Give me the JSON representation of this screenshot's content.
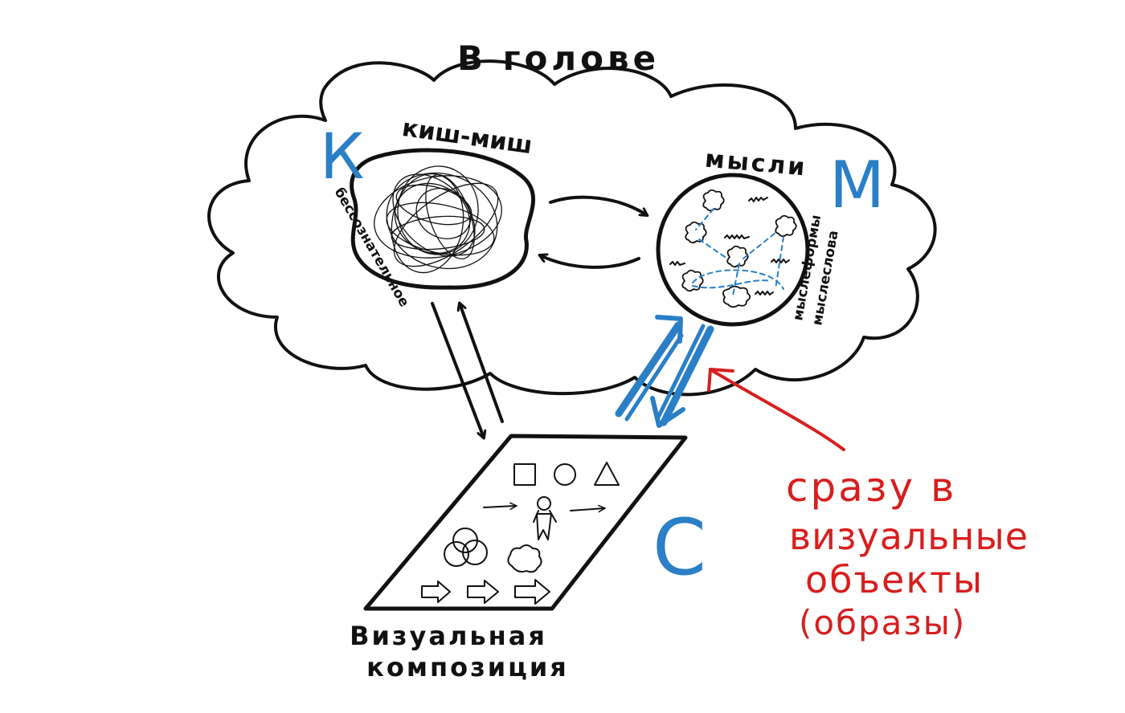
{
  "cloud": {
    "title": "В голове"
  },
  "unconscious": {
    "letter": "К",
    "title": "киш-миш",
    "caption": "бессознательное"
  },
  "thoughts": {
    "letter": "М",
    "title": "мысли",
    "caption_line1": "мыслеформы",
    "caption_line2": "мыслеслова"
  },
  "composition": {
    "letter": "С",
    "caption_line1": "Визуальная",
    "caption_line2": "композиция"
  },
  "note": {
    "line1": "сразу в",
    "line2": "визуальные",
    "line3": "объекты",
    "line4": "(образы)"
  },
  "colors": {
    "ink": "#111111",
    "blue": "#2a7fc6",
    "red": "#d81e1e"
  }
}
